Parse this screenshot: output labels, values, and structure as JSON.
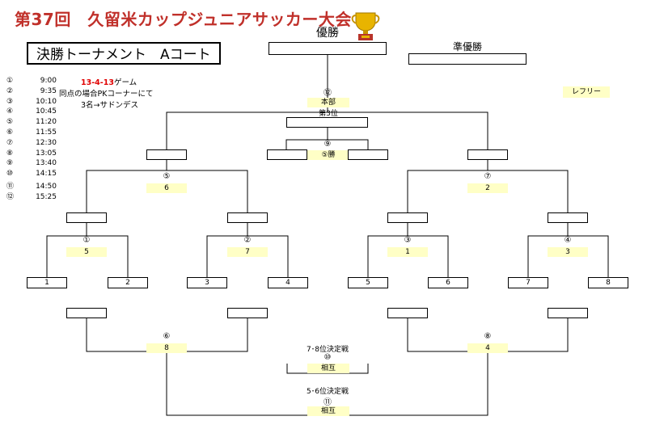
{
  "title": "第37回　久留米カップジュニアサッカー大会",
  "subtitle": "決勝トーナメント　Aコート",
  "labels": {
    "champion": "優勝",
    "runner_up": "準優勝",
    "referee": "レフリー",
    "hq": "本部",
    "third": "第3位",
    "place78": "7･8位決定戦",
    "place56": "5･6位決定戦"
  },
  "notes": {
    "line1_red": "13-4-13",
    "line1_rest": "ゲーム",
    "line2": "同点の場合PKコーナーにて",
    "line3": "3名→サドンデス"
  },
  "schedule": [
    {
      "no": "①",
      "time": "9:00"
    },
    {
      "no": "②",
      "time": "9:35"
    },
    {
      "no": "③",
      "time": "10:10"
    },
    {
      "no": "④",
      "time": "10:45"
    },
    {
      "no": "⑤",
      "time": "11:20"
    },
    {
      "no": "⑥",
      "time": "11:55"
    },
    {
      "no": "⑦",
      "time": "12:30"
    },
    {
      "no": "⑧",
      "time": "13:05"
    },
    {
      "no": "⑨",
      "time": "13:40"
    },
    {
      "no": "⑩",
      "time": "14:15"
    },
    {
      "no": "⑪",
      "time": "14:50"
    },
    {
      "no": "⑫",
      "time": "15:25"
    }
  ],
  "teams": [
    "1",
    "2",
    "3",
    "4",
    "5",
    "6",
    "7",
    "8"
  ],
  "matches": {
    "m1": {
      "no": "①",
      "ref": "5"
    },
    "m2": {
      "no": "②",
      "ref": "7"
    },
    "m3": {
      "no": "③",
      "ref": "1"
    },
    "m4": {
      "no": "④",
      "ref": "3"
    },
    "m5": {
      "no": "⑤",
      "ref": "6"
    },
    "m6": {
      "no": "⑥",
      "ref": "8"
    },
    "m7": {
      "no": "⑦",
      "ref": "2"
    },
    "m8": {
      "no": "⑧",
      "ref": "4"
    },
    "m9": {
      "no": "⑨",
      "ref": "⑤勝"
    },
    "m10": {
      "no": "⑩",
      "ref": "相互"
    },
    "m11": {
      "no": "⑪",
      "ref": "相互"
    },
    "m12": {
      "no": "⑫"
    }
  },
  "colors": {
    "title": "#c0302a",
    "highlight": "#ffffc6",
    "accent_red": "#e00000",
    "trophy": "#e8b400"
  },
  "icons": {
    "trophy": "trophy-icon"
  }
}
